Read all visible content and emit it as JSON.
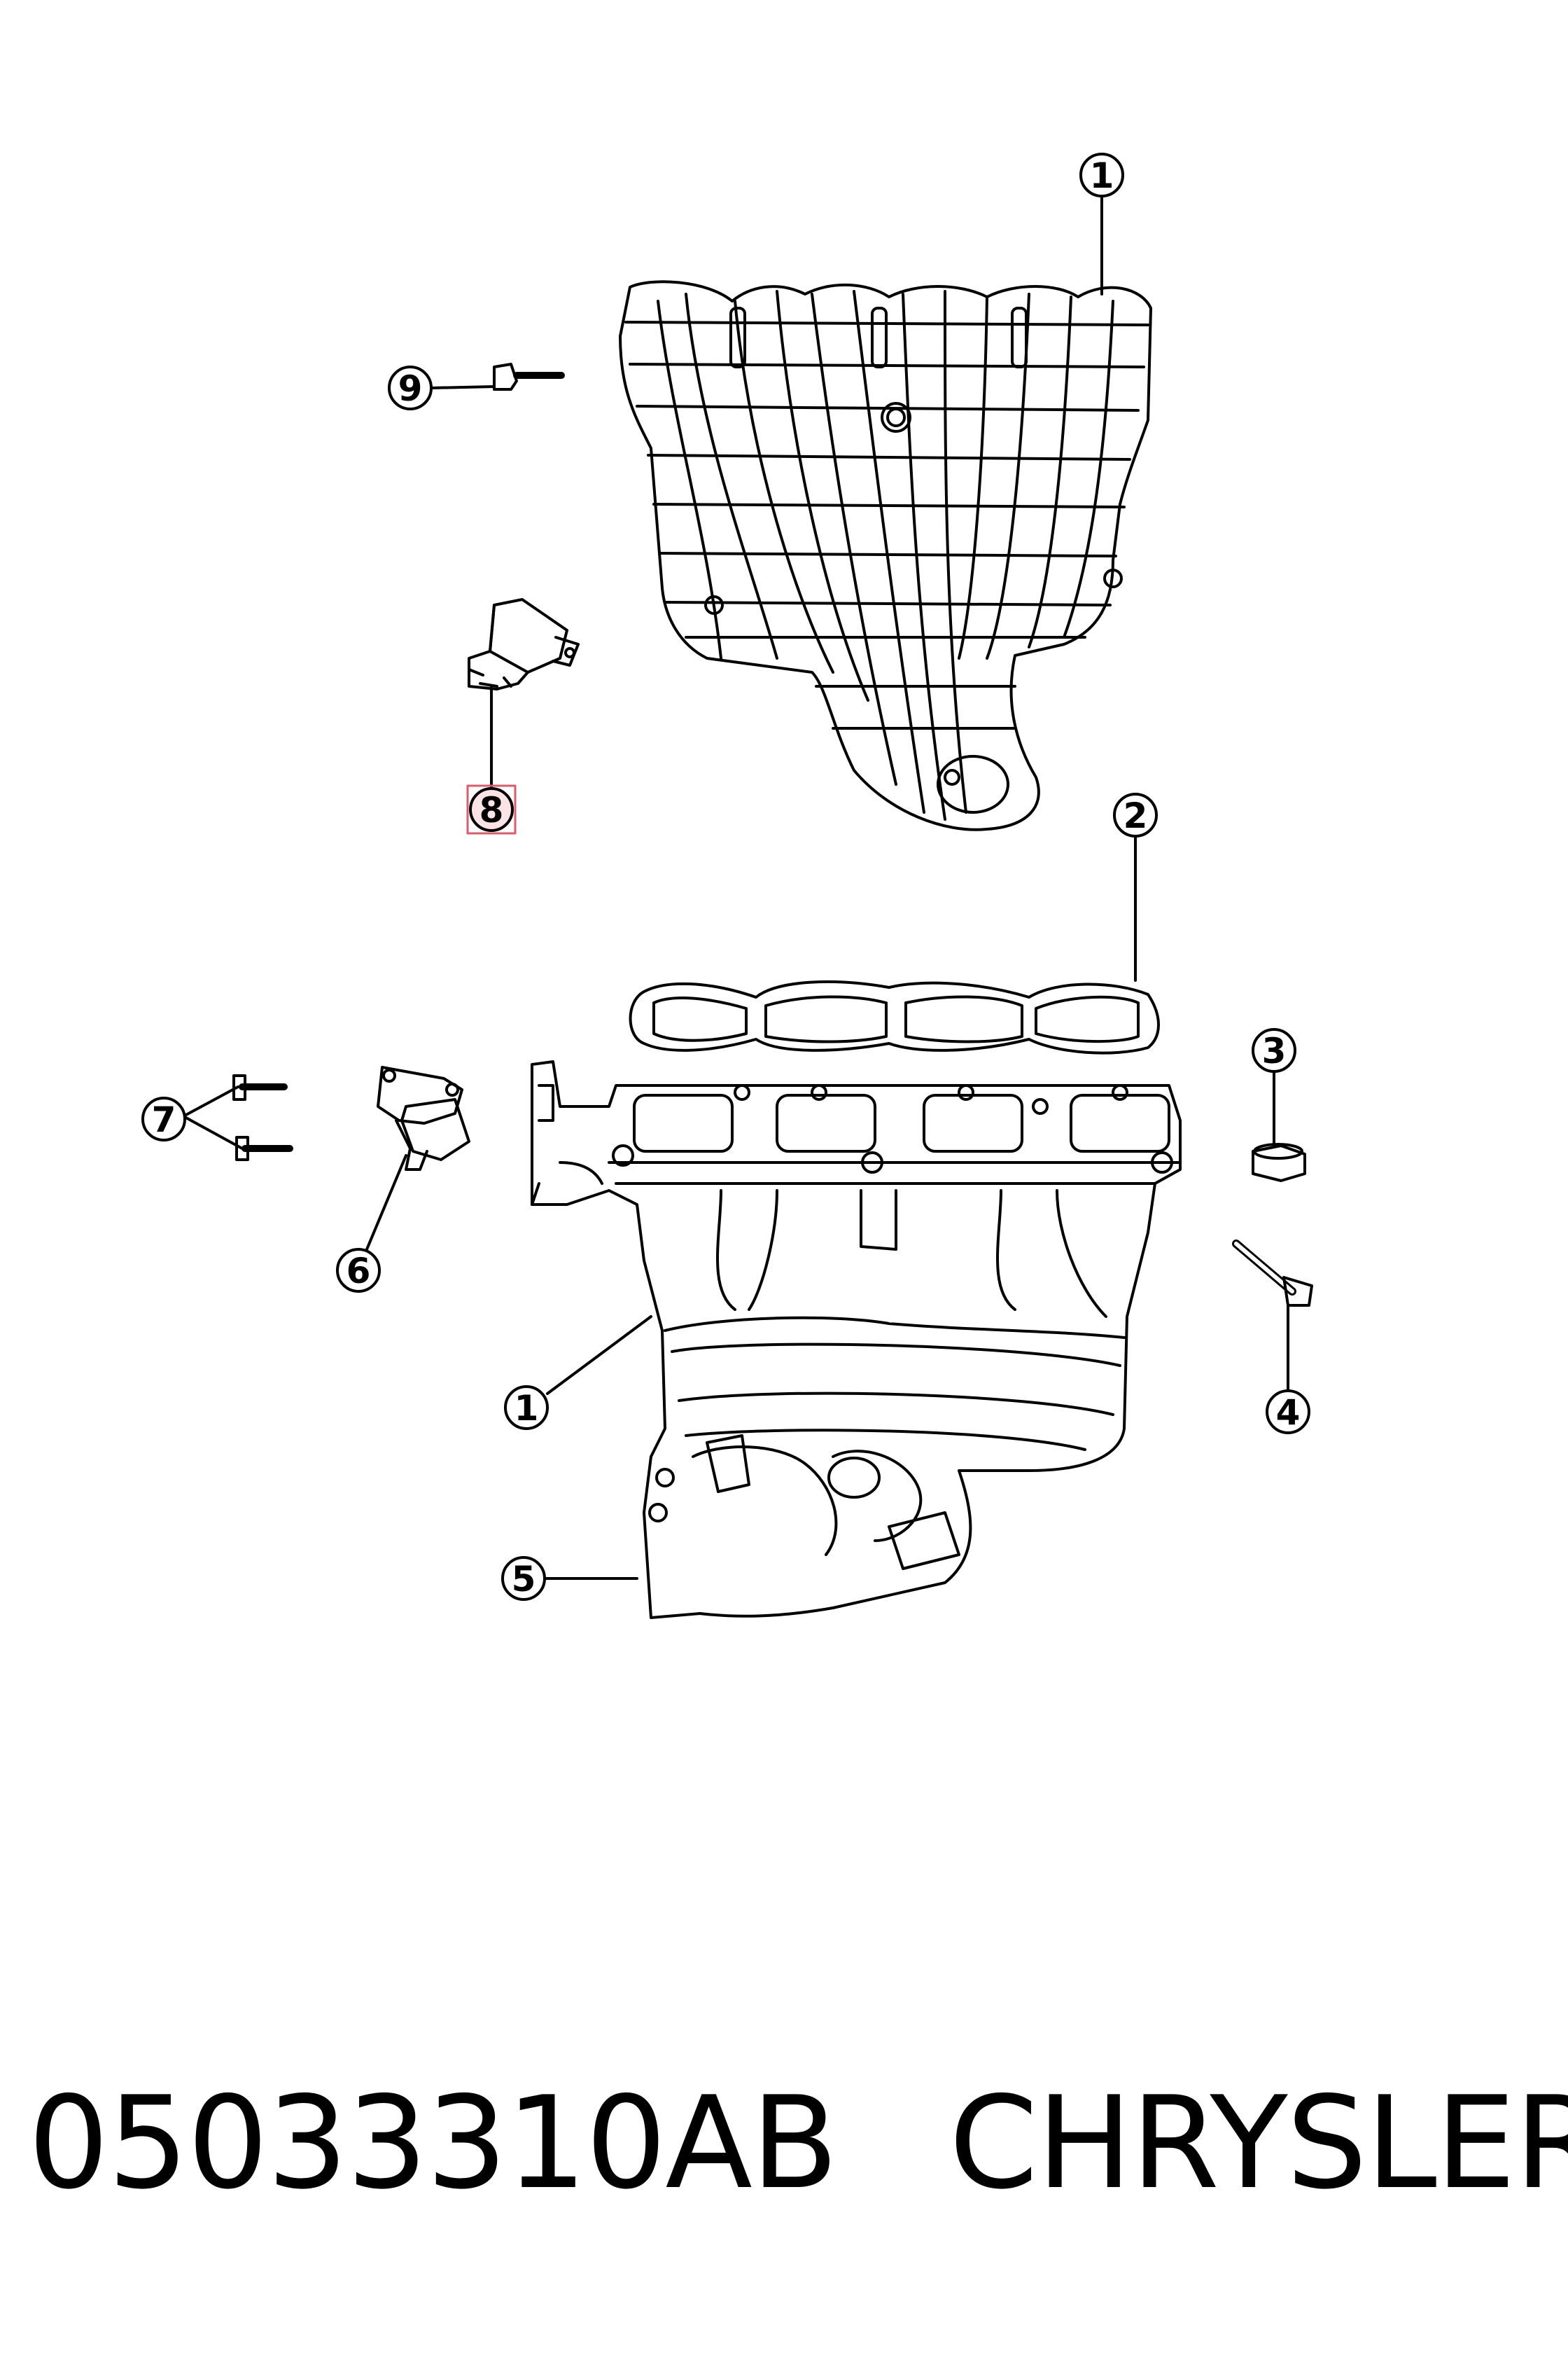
{
  "callouts": [
    {
      "id": "c1a",
      "label": "1"
    },
    {
      "id": "c2",
      "label": "2"
    },
    {
      "id": "c3",
      "label": "3"
    },
    {
      "id": "c4",
      "label": "4"
    },
    {
      "id": "c1b",
      "label": "1"
    },
    {
      "id": "c5",
      "label": "5"
    },
    {
      "id": "c6",
      "label": "6"
    },
    {
      "id": "c7",
      "label": "7"
    },
    {
      "id": "c8",
      "label": "8",
      "highlighted": true,
      "highlight_color": "#e05a6a"
    },
    {
      "id": "c9",
      "label": "9"
    }
  ],
  "caption": {
    "part_number": "05033310AB",
    "brand": "CHRYSLER"
  },
  "colors": {
    "line": "#000000",
    "background": "#ffffff",
    "highlight": "#e05a6a"
  }
}
